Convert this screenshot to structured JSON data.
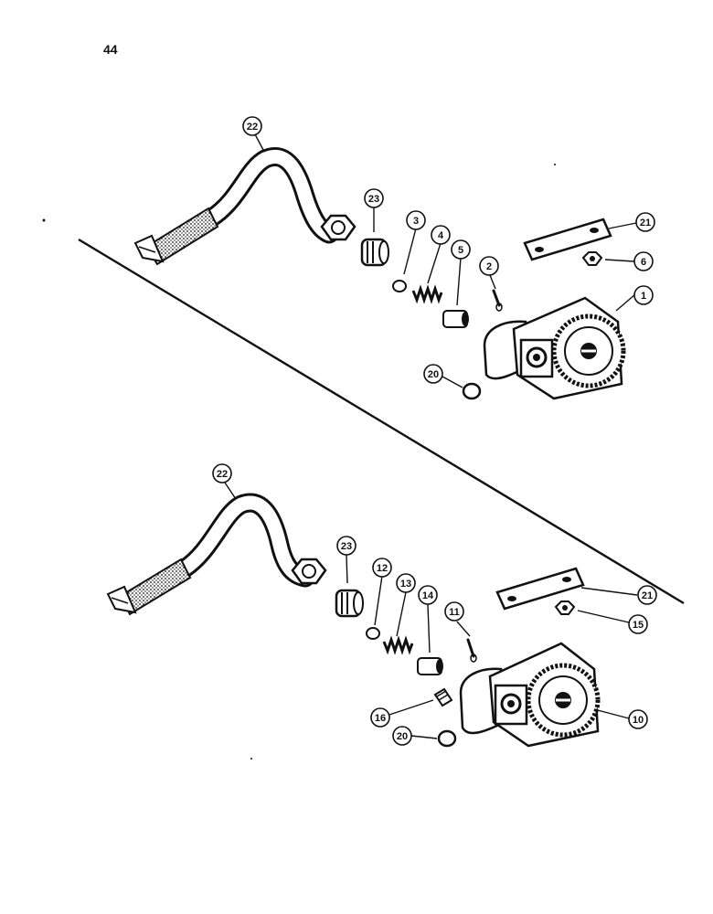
{
  "page": {
    "number": "44"
  },
  "upper_assembly": {
    "callouts": [
      "22",
      "23",
      "3",
      "4",
      "5",
      "2",
      "21",
      "6",
      "1",
      "20"
    ]
  },
  "lower_assembly": {
    "callouts": [
      "22",
      "23",
      "12",
      "13",
      "14",
      "11",
      "21",
      "15",
      "16",
      "20",
      "10"
    ]
  },
  "colors": {
    "ink": "#111111",
    "paper": "#ffffff"
  }
}
